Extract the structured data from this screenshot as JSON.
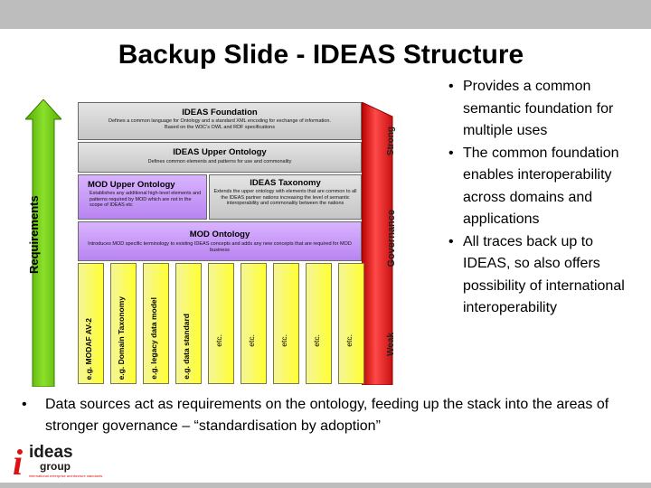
{
  "slide": {
    "title": "Backup Slide - IDEAS Structure",
    "bullets": [
      "Provides a common semantic foundation for multiple uses",
      "The common foundation enables interoperability across domains and applications",
      "All traces back up to IDEAS, so also offers possibility of international interoperability"
    ],
    "footnote": "Data sources act as requirements on the ontology, feeding up the stack into the areas of stronger governance – “standardisation by adoption”"
  },
  "diagram": {
    "requirements_label": "Requirements",
    "governance": {
      "label": "Governance",
      "strong": "Strong",
      "weak": "Weak"
    },
    "boxes": {
      "ideas_foundation": {
        "title": "IDEAS Foundation",
        "desc": "Defines a common language for Ontology and a standard XML encoding for exchange of information. Based on the W3C's OWL and RDF specifications"
      },
      "ideas_upper": {
        "title": "IDEAS Upper Ontology",
        "desc": "Defines common elements and patterns for use and commonality"
      },
      "mod_upper": {
        "title": "MOD Upper Ontology",
        "desc": "Establishes any additional high-level elements and patterns required by MOD which are not in the scope of IDEAS etc"
      },
      "ideas_taxonomy": {
        "title": "IDEAS Taxonomy",
        "desc": "Extends the upper ontology with elements that are common to all the IDEAS partner nations increasing the level of semantic interoperability and commonality between the nations"
      },
      "mod_ontology": {
        "title": "MOD Ontology",
        "desc": "Introduces MOD specific terminology to existing IDEAS concepts and adds any new concepts that are required for MOD business"
      }
    },
    "columns": [
      "e.g. MODAF AV-2",
      "e.g. Domain Taxonomy",
      "e.g. legacy data model",
      "e.g. data standard",
      "etc.",
      "etc.",
      "etc.",
      "etc.",
      "etc."
    ]
  },
  "logo": {
    "ideas": "ideas",
    "group": "group",
    "tagline": "international enterprise architecture standards"
  },
  "colors": {
    "header_bar": "#bdbdbd",
    "requirements_arrow": "#66cc00",
    "governance_bar": "#e02020",
    "grey_box": "#d2d2d2",
    "lilac_box": "#c899f7",
    "data_column": "#ffff33",
    "logo_accent": "#dd1111"
  }
}
